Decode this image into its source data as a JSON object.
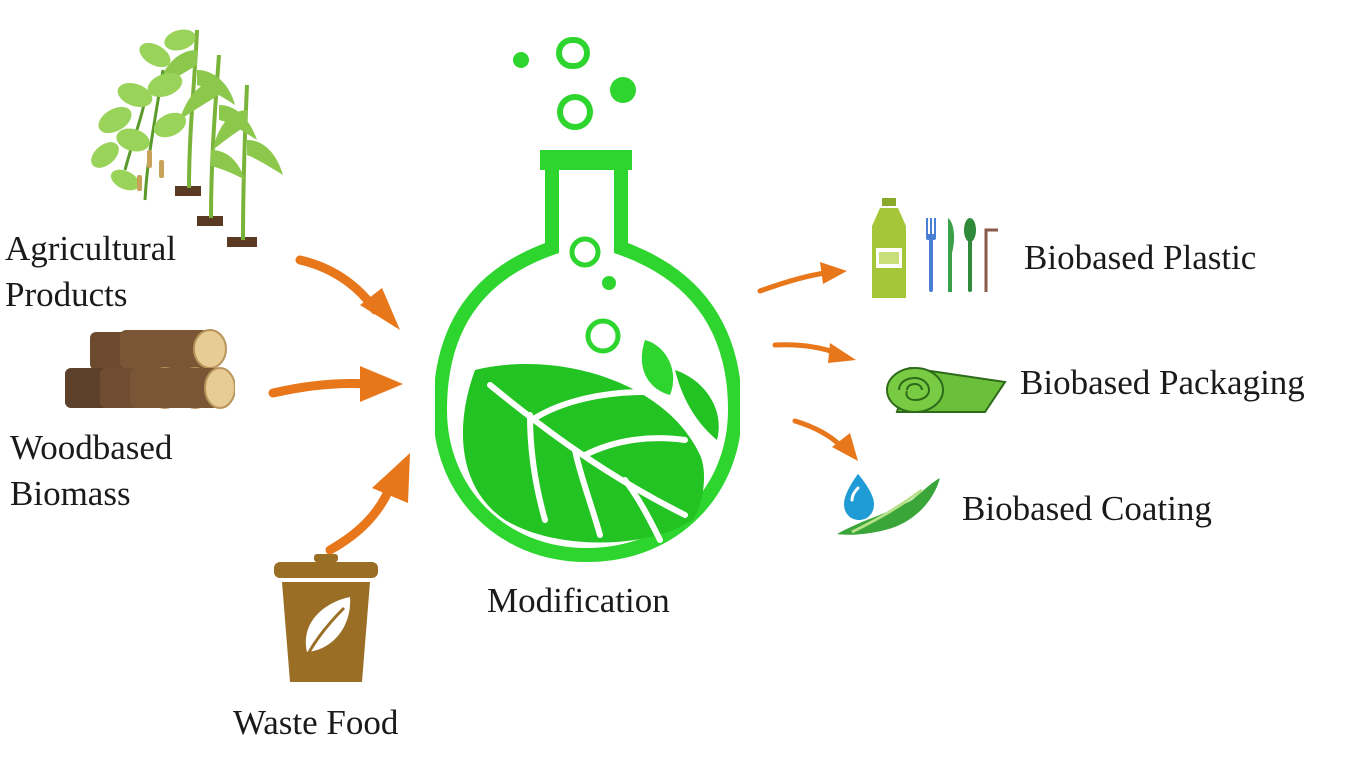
{
  "inputs": {
    "agricultural": {
      "line1": "Agricultural",
      "line2": "Products",
      "icon": "crop-plants-icon"
    },
    "wood": {
      "line1": "Woodbased",
      "line2": "Biomass",
      "icon": "log-pile-icon"
    },
    "waste": {
      "label": "Waste Food",
      "icon": "compost-bin-icon"
    }
  },
  "process": {
    "label": "Modification",
    "icon": "flask-leaf-icon"
  },
  "outputs": {
    "plastic": {
      "label": "Biobased Plastic",
      "icon": "bottle-cutlery-icon"
    },
    "packaging": {
      "label": "Biobased Packaging",
      "icon": "film-roll-icon"
    },
    "coating": {
      "label": "Biobased Coating",
      "icon": "water-drop-leaf-icon"
    }
  },
  "colors": {
    "arrow": "#e8761a",
    "flask": "#2fd52f",
    "leaf_dark": "#22c322",
    "wood": "#7a5a3a",
    "wood_end": "#e3c78f",
    "bin": "#9a6f25",
    "plant": "#6bbf3a",
    "bottle": "#a6c63a"
  }
}
